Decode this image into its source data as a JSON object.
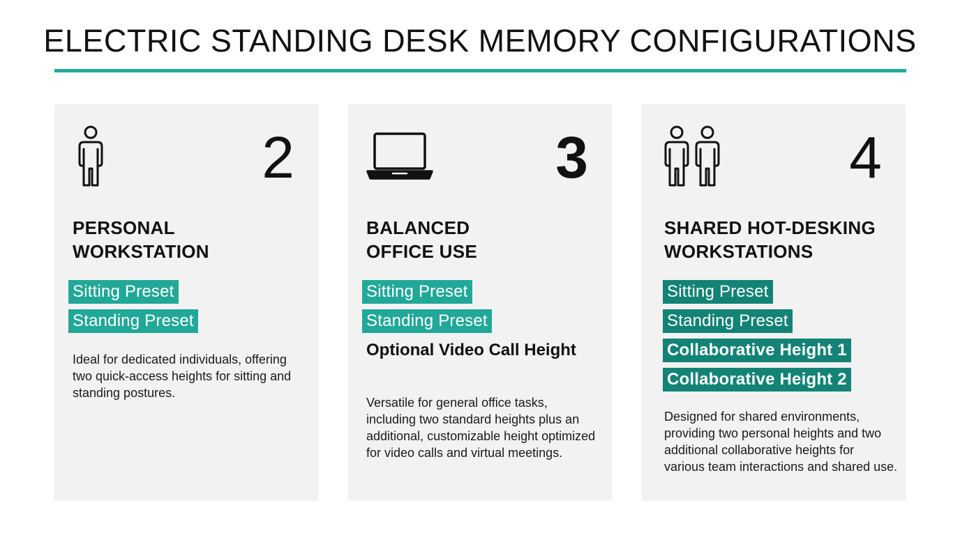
{
  "title": "ELECTRIC STANDING DESK MEMORY CONFIGURATIONS",
  "colors": {
    "accent": "#22aa9b",
    "tag_light": "#21a898",
    "tag_dark": "#128375",
    "card_background": "#f2f2f2"
  },
  "cards": [
    {
      "icon": "person-icon",
      "number": "2",
      "heading": "PERSONAL\nWORKSTATION",
      "presets": [
        "Sitting Preset",
        "Standing Preset"
      ],
      "description": "Ideal for dedicated individuals, offering two quick-access heights for sitting and standing postures."
    },
    {
      "icon": "laptop-icon",
      "number": "3",
      "heading": "BALANCED\nOFFICE USE",
      "presets": [
        "Sitting Preset",
        "Standing Preset"
      ],
      "optional": "Optional Video Call Height",
      "description": "Versatile for general office tasks, including two standard heights plus an additional, customizable height optimized for video calls and virtual meetings."
    },
    {
      "icon": "two-people-icon",
      "number": "4",
      "heading": "SHARED HOT-DESKING\nWORKSTATIONS",
      "presets": [
        "Sitting Preset",
        "Standing Preset",
        "Collaborative Height 1",
        "Collaborative Height 2"
      ],
      "description": "Designed for shared environments, providing two personal heights and two additional collaborative heights for various team interactions and shared use."
    }
  ]
}
